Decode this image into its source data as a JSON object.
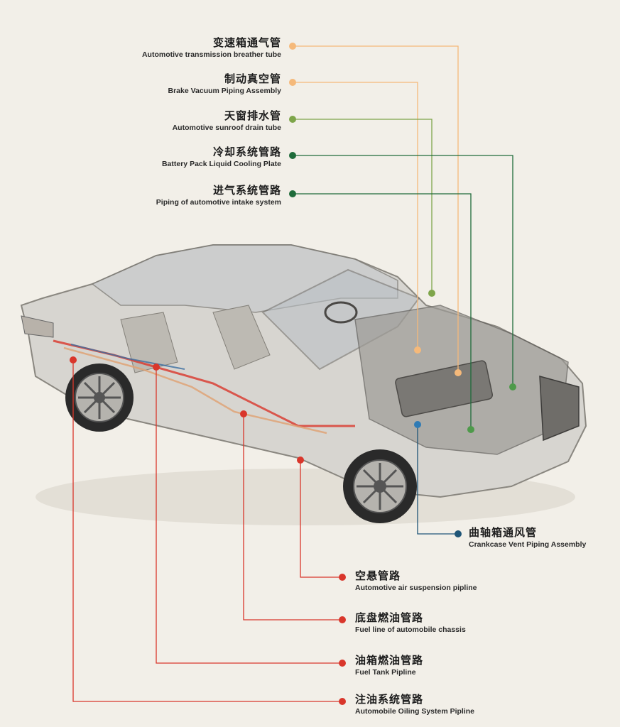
{
  "colors": {
    "orange_light": "#f5b97a",
    "green_light": "#7ea54a",
    "green_dark": "#1f6b3a",
    "blue_dark": "#1f5577",
    "red": "#d9362b",
    "background": "#f2efe8"
  },
  "callouts_top": [
    {
      "zh": "变速箱通气管",
      "en": "Automotive transmission breather tube",
      "color": "#f5b97a"
    },
    {
      "zh": "制动真空管",
      "en": "Brake Vacuum Piping Assembly",
      "color": "#f5b97a"
    },
    {
      "zh": "天窗排水管",
      "en": "Automotive sunroof drain tube",
      "color": "#7ea54a"
    },
    {
      "zh": "冷却系统管路",
      "en": "Battery Pack Liquid Cooling Plate",
      "color": "#1f6b3a"
    },
    {
      "zh": "进气系统管路",
      "en": "Piping of automotive intake system",
      "color": "#1f6b3a"
    }
  ],
  "callout_crankcase": {
    "zh": "曲轴箱通风管",
    "en": "Crankcase Vent Piping Assembly",
    "color": "#1f5577"
  },
  "callouts_bottom": [
    {
      "zh": "空悬管路",
      "en": "Automotive air suspension pipline",
      "color": "#d9362b"
    },
    {
      "zh": "底盘燃油管路",
      "en": "Fuel line of automobile chassis",
      "color": "#d9362b"
    },
    {
      "zh": "油箱燃油管路",
      "en": "Fuel Tank Pipline",
      "color": "#d9362b"
    },
    {
      "zh": "注油系统管路",
      "en": "Automobile Oiling System Pipline",
      "color": "#d9362b"
    }
  ]
}
